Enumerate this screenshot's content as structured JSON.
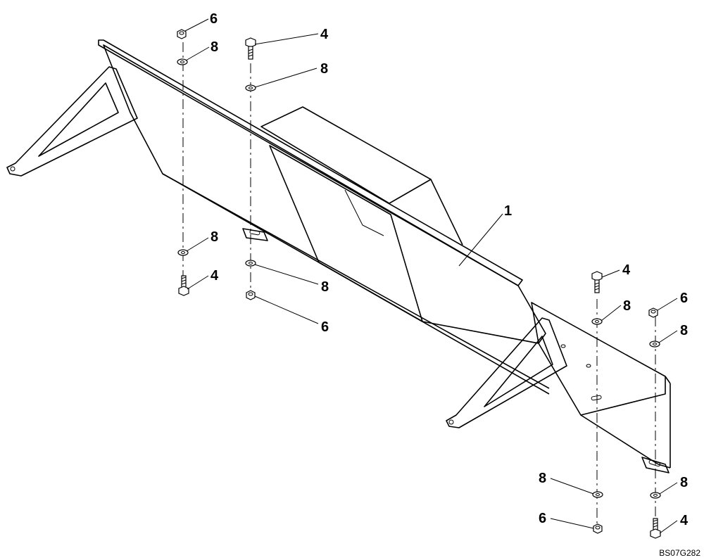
{
  "diagram": {
    "callouts": {
      "shroud": "1",
      "bolt": "4",
      "nut": "6",
      "washer": "8"
    },
    "reference_code": "BS07G282"
  }
}
